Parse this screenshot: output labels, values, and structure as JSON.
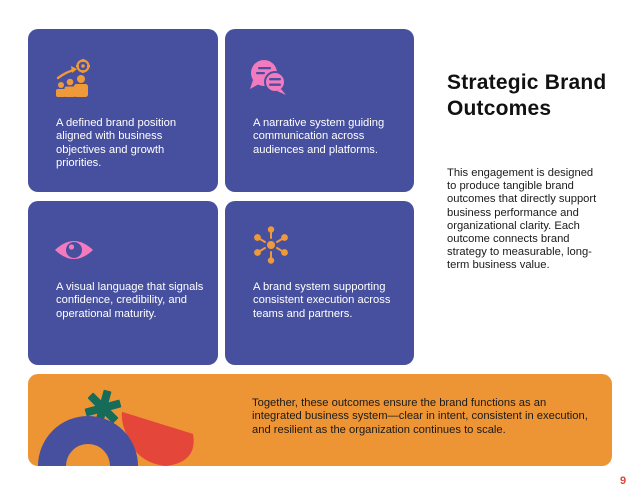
{
  "heading": {
    "title": "Strategic Brand Outcomes",
    "description": "This engagement is designed to produce tangible brand outcomes that directly support business performance and organizational clarity. Each outcome connects brand strategy to measurable, long-term business value."
  },
  "cards": [
    {
      "icon": "growth-target-team-icon",
      "text": "A defined brand position aligned with business objectives and growth priorities."
    },
    {
      "icon": "chat-bubbles-icon",
      "text": "A narrative system guiding communication across audiences and platforms."
    },
    {
      "icon": "eye-icon",
      "text": "A visual language that signals confidence, credibility, and operational maturity."
    },
    {
      "icon": "network-hub-icon",
      "text": "A brand system supporting consistent execution across teams and partners."
    }
  ],
  "banner": {
    "text": "Together, these outcomes ensure the brand functions as an integrated business system—clear in intent, consistent in execution, and resilient as the organization continues to scale."
  },
  "page_number": "9",
  "colors": {
    "card_bg": "#47509e",
    "banner_bg": "#ed9434",
    "icon_orange": "#ef9a3a",
    "icon_pink": "#f47ac0",
    "art_green": "#166b59",
    "art_red": "#e5463a",
    "art_blue": "#47509e",
    "page_number": "#e0443a"
  }
}
